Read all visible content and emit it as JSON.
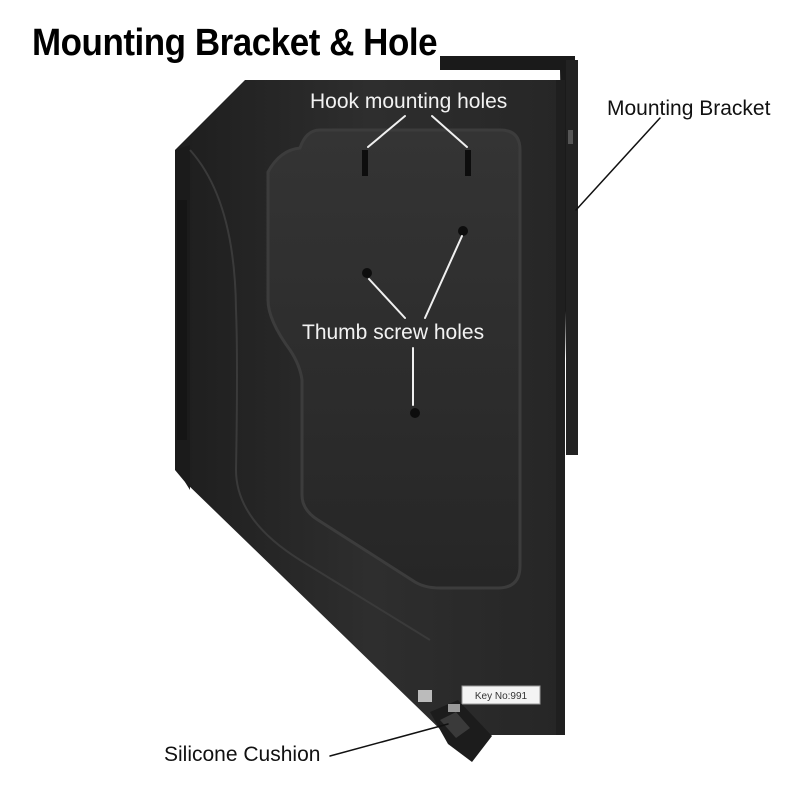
{
  "title": "Mounting Bracket & Hole",
  "labels": {
    "hook_holes": "Hook mounting holes",
    "mounting_bracket": "Mounting Bracket",
    "thumb_screw_holes": "Thumb screw holes",
    "silicone_cushion": "Silicone Cushion",
    "key_tag": "Key No:991"
  },
  "colors": {
    "background": "#ffffff",
    "safe_body": "#2b2b2b",
    "annotation_line_dark": "#111111",
    "annotation_line_light": "#f0f0f0"
  }
}
